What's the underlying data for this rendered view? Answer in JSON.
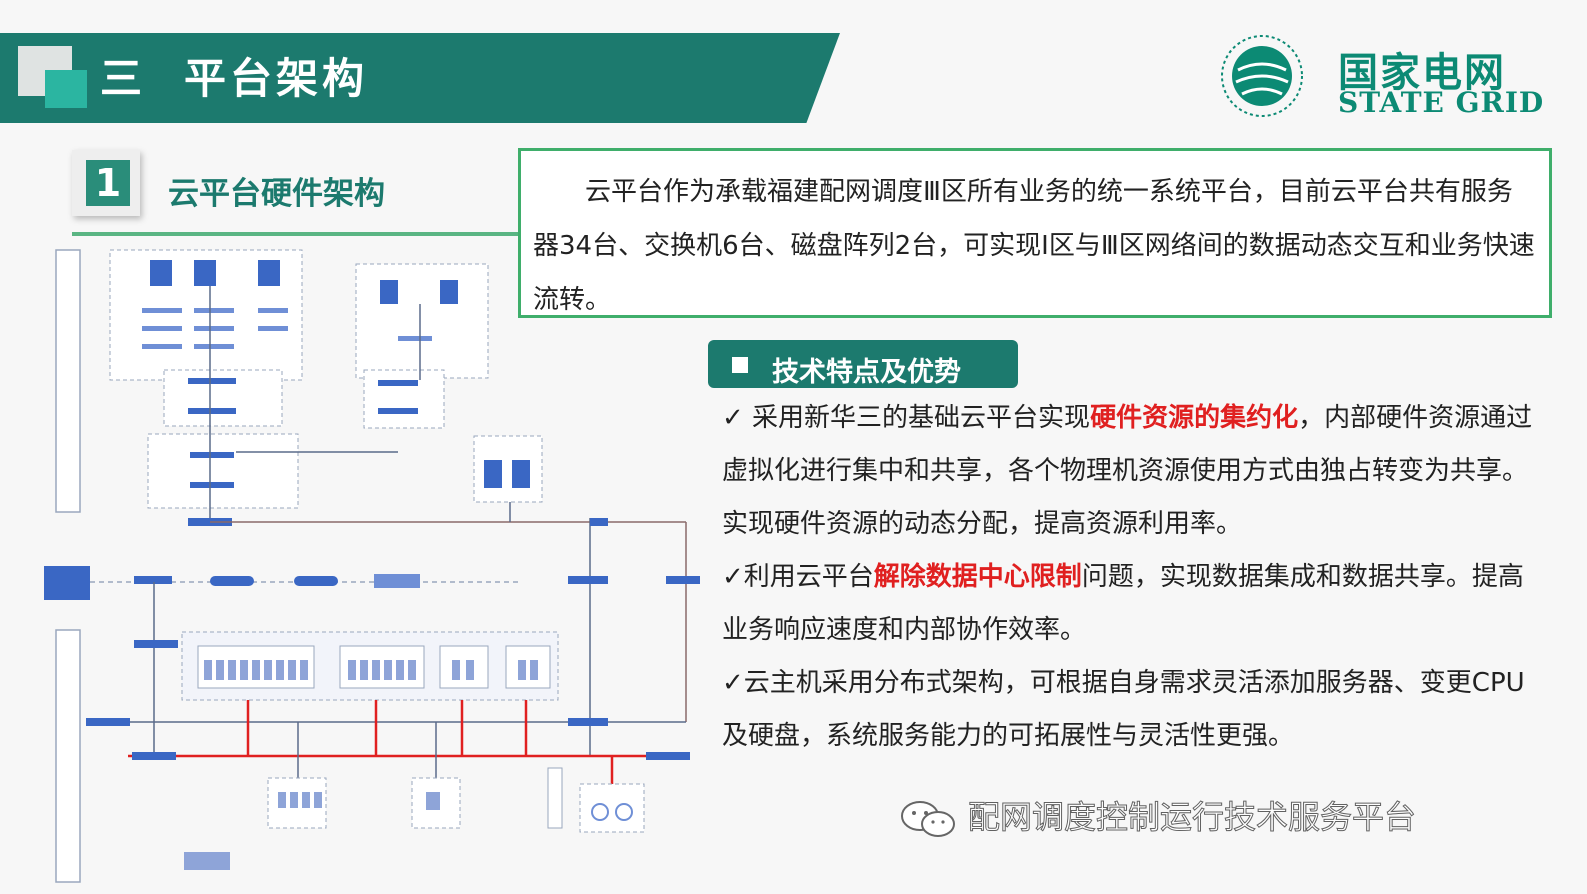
{
  "header": {
    "section_number": "三",
    "section_title": "平台架构"
  },
  "logo": {
    "name_cn": "国家电网",
    "name_en": "STATE GRID"
  },
  "subsection": {
    "number": "1",
    "title": "云平台硬件架构"
  },
  "description": {
    "text": "云平台作为承载福建配网调度Ⅲ区所有业务的统一系统平台，目前云平台共有服务器34台、交换机6台、磁盘阵列2台，可实现Ⅰ区与Ⅲ区网络间的数据动态交互和业务快速流转。"
  },
  "tech": {
    "title": "技术特点及优势",
    "items": [
      {
        "before": "✓ 采用新华三的基础云平台实现",
        "highlight": "硬件资源的集约化",
        "after": "，内部硬件资源通过虚拟化进行集中和共享，各个物理机资源使用方式由独占转变为共享。实现硬件资源的动态分配，提高资源利用率。"
      },
      {
        "before": "✓利用云平台",
        "highlight": "解除数据中心限制",
        "after": "问题，实现数据集成和数据共享。提高业务响应速度和内部协作效率。"
      },
      {
        "before": "✓云主机采用分布式架构，可根据自身需求灵活添加服务器、变更CPU及硬盘，系统服务能力的可拓展性与灵活性更强。",
        "highlight": "",
        "after": ""
      }
    ]
  },
  "watermark": {
    "text": "配网调度控制运行技术服务平台"
  },
  "colors": {
    "banner": "#1c7a6e",
    "accent_green": "#3fae6b",
    "highlight_red": "#e02020",
    "logo_green": "#0c8a74"
  }
}
